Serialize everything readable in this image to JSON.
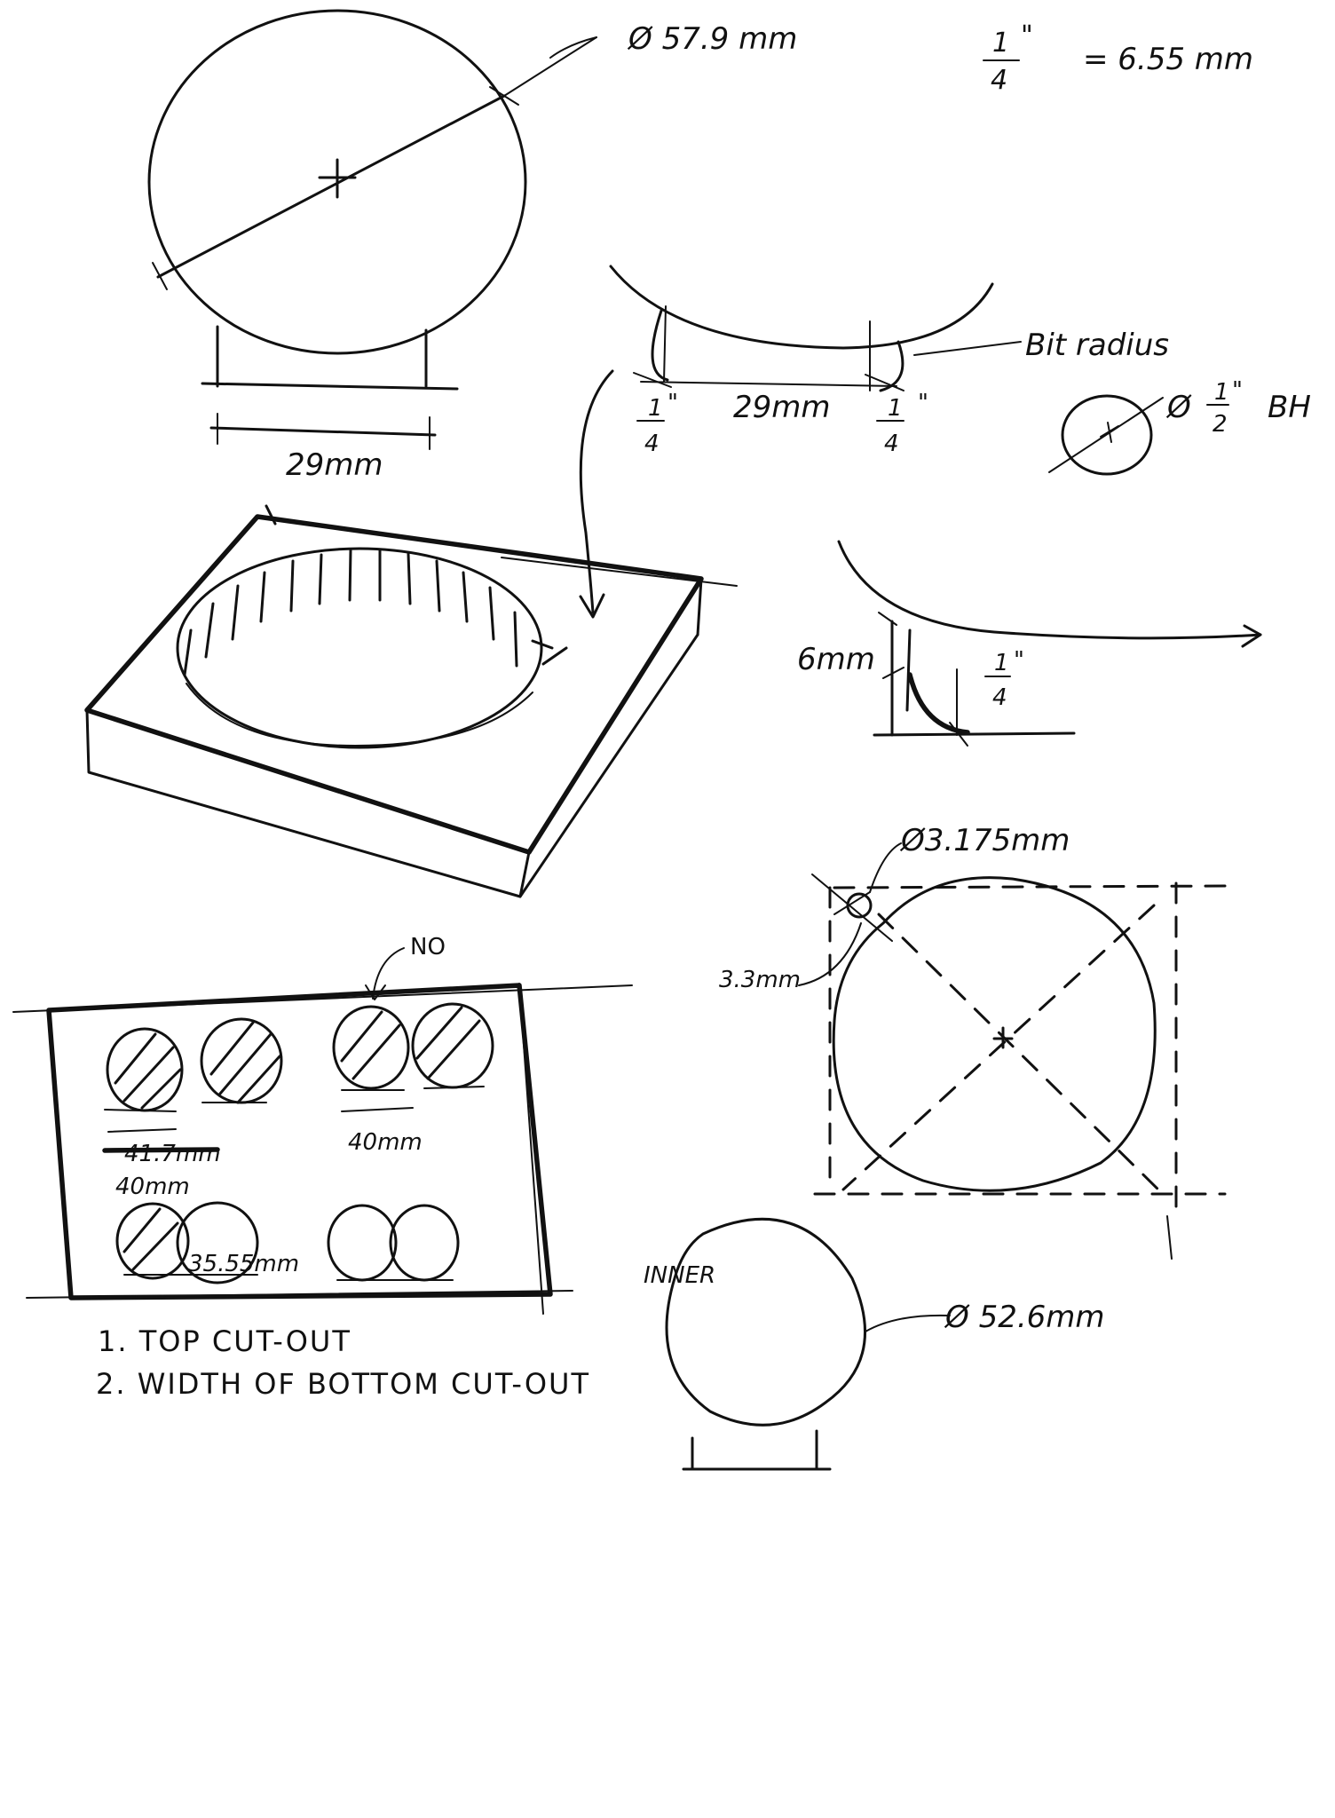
{
  "scale_note": {
    "numerator": "1",
    "denominator": "4",
    "inch": "\"",
    "equals": "= 6.55 mm"
  },
  "outer_diameter": "Ø 57.9 mm",
  "base_width": "29mm",
  "bit_section": {
    "bit_label": "Bit radius",
    "left_num": "1",
    "left_den": "4",
    "left_inch": "\"",
    "center": "29mm",
    "right_num": "1",
    "right_den": "4",
    "right_inch": "\""
  },
  "bit_size": {
    "label": "Ø",
    "num": "1",
    "den": "2",
    "inch": "\"",
    "suffix": "BH"
  },
  "depth_section": {
    "depth": "6mm",
    "num": "1",
    "den": "4",
    "inch": "\""
  },
  "corner_detail": {
    "hole_diameter": "Ø3.175mm",
    "offset": "3.3mm"
  },
  "layout_sheet": {
    "no_label": "NO",
    "crossed_dim": "41.7mm",
    "dim_top_left": "40mm",
    "dim_top_right": "40mm",
    "dim_bottom": "35.55mm"
  },
  "notes": [
    "1. TOP CUT-OUT",
    "2. WIDTH OF BOTTOM CUT-OUT"
  ],
  "inner": {
    "label": "INNER",
    "diameter": "Ø 52.6mm"
  }
}
